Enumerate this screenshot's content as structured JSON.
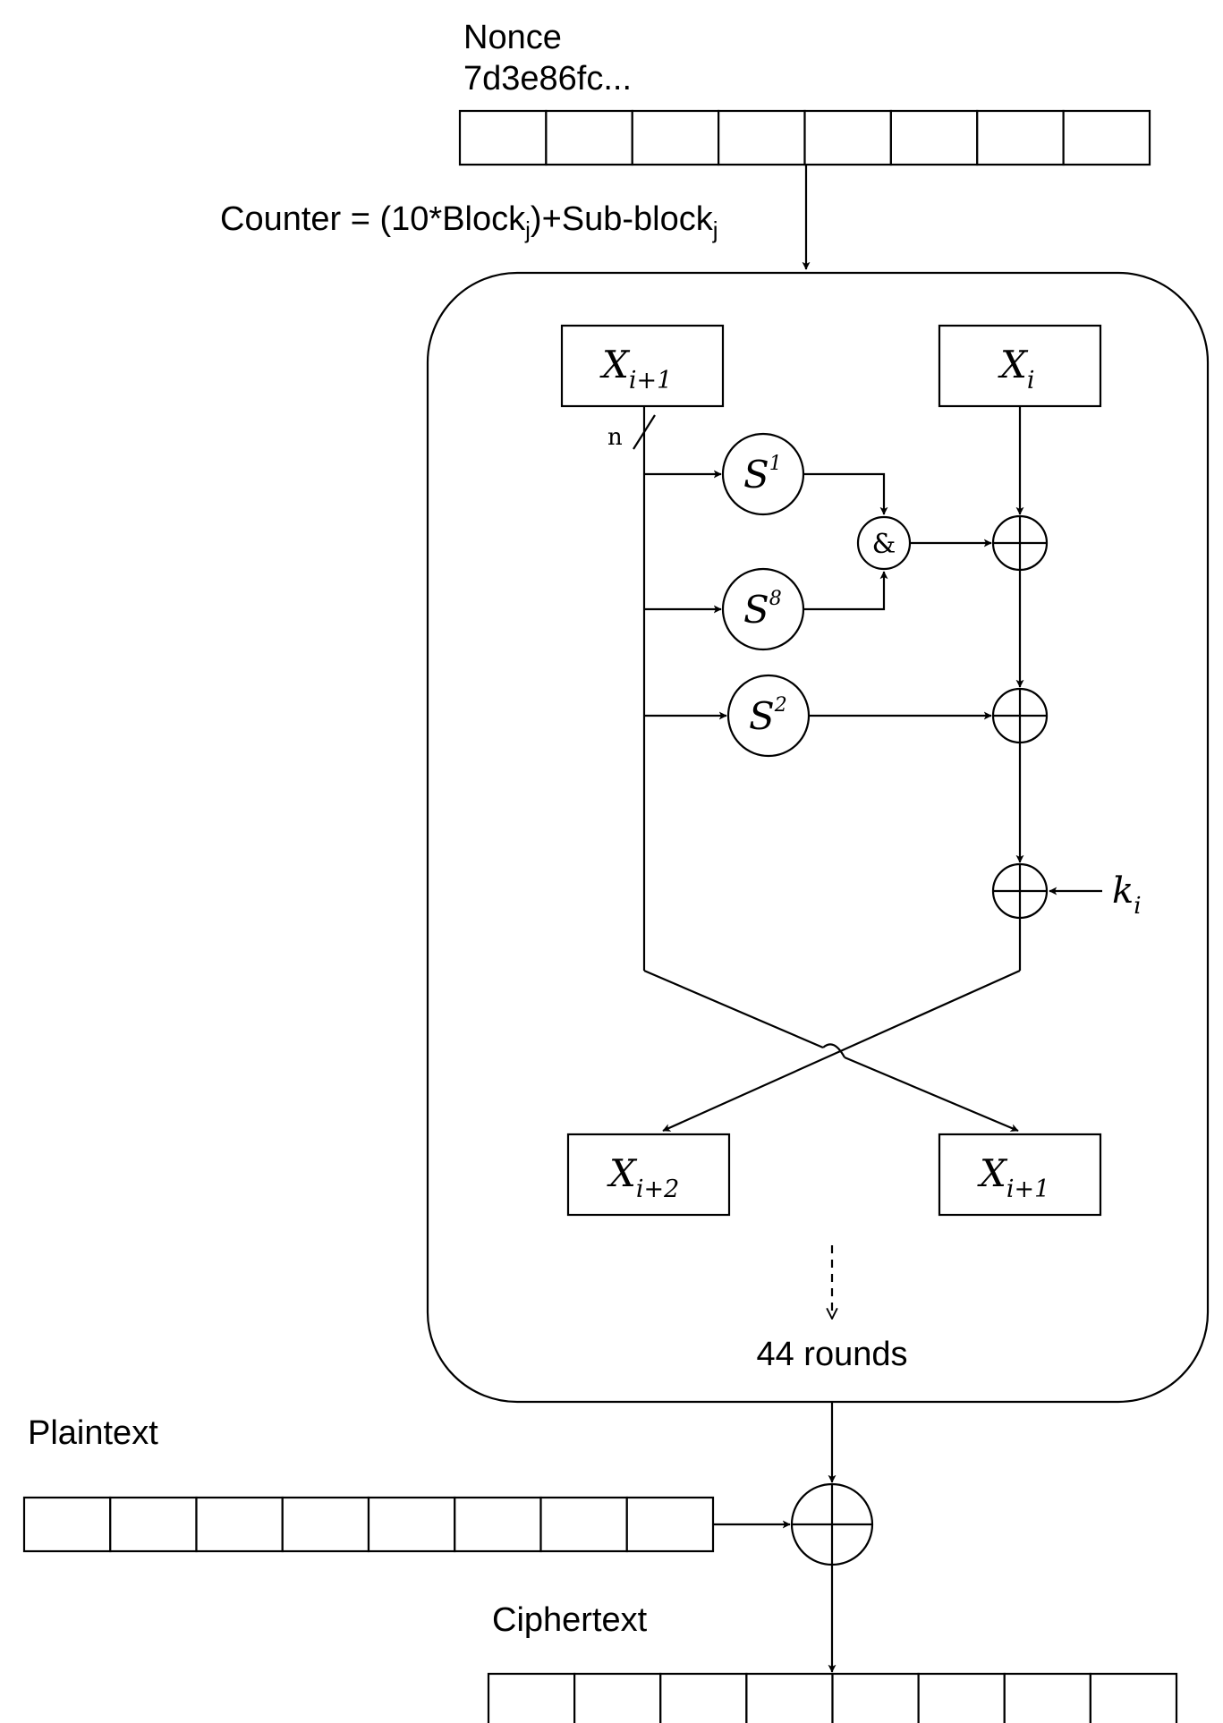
{
  "nonce": {
    "label": "Nonce",
    "value": "7d3e86fc...",
    "cells": 8
  },
  "counter": {
    "prefix": "Counter = (10*Block",
    "sub1": "j",
    "middle": ")+Sub-block",
    "sub2": "j"
  },
  "round": {
    "x_next": {
      "base": "X",
      "sub": "i+1"
    },
    "x_curr": {
      "base": "X",
      "sub": "i"
    },
    "x_out_left": {
      "base": "X",
      "sub": "i+2"
    },
    "x_out_right": {
      "base": "X",
      "sub": "i+1"
    },
    "width_label": "n",
    "s1": {
      "base": "S",
      "sup": "1"
    },
    "s8": {
      "base": "S",
      "sup": "8"
    },
    "s2": {
      "base": "S",
      "sup": "2"
    },
    "and_op": "&",
    "key": {
      "base": "k",
      "sub": "i"
    },
    "rounds_label": "44 rounds"
  },
  "plaintext": {
    "label": "Plaintext",
    "cells": 8
  },
  "ciphertext": {
    "label": "Ciphertext",
    "cells": 8
  }
}
